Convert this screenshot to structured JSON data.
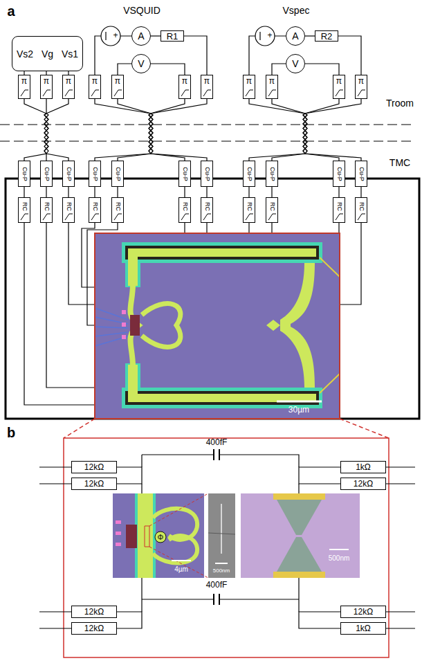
{
  "diagram": {
    "nodes": [
      {
        "text": [
          "Vs2",
          "Vg",
          "Vs1"
        ]
      },
      {
        "text": [
          "A"
        ]
      },
      {
        "text": [
          "R1"
        ]
      },
      {
        "text": [
          "V"
        ]
      },
      {
        "text": [
          "A"
        ]
      },
      {
        "text": [
          "R2"
        ]
      },
      {
        "text": [
          "V"
        ]
      },
      {
        "text": [
          "π"
        ]
      },
      {
        "text": [
          "π"
        ]
      },
      {
        "text": [
          "π"
        ]
      },
      {
        "text": [
          "π"
        ]
      },
      {
        "text": [
          "π"
        ]
      },
      {
        "text": [
          "π"
        ]
      },
      {
        "text": [
          "π"
        ]
      },
      {
        "text": [
          "π"
        ]
      },
      {
        "text": [
          "π"
        ]
      },
      {
        "text": [
          "π"
        ]
      },
      {
        "text": [
          "π"
        ]
      },
      {
        "text": [
          "Cu-P"
        ]
      },
      {
        "text": [
          "Cu-P"
        ]
      },
      {
        "text": [
          "Cu-P"
        ]
      },
      {
        "text": [
          "Cu-P"
        ]
      },
      {
        "text": [
          "Cu-P"
        ]
      },
      {
        "text": [
          "Cu-P"
        ]
      },
      {
        "text": [
          "Cu-P"
        ]
      },
      {
        "text": [
          "Cu-P"
        ]
      },
      {
        "text": [
          "Cu-P"
        ]
      },
      {
        "text": [
          "Cu-P"
        ]
      },
      {
        "text": [
          "Cu-P"
        ]
      },
      {
        "text": [
          "RC"
        ]
      },
      {
        "text": [
          "RC"
        ]
      },
      {
        "text": [
          "RC"
        ]
      },
      {
        "text": [
          "RC"
        ]
      },
      {
        "text": [
          "RC"
        ]
      },
      {
        "text": [
          "RC"
        ]
      },
      {
        "text": [
          "RC"
        ]
      },
      {
        "text": [
          "RC"
        ]
      },
      {
        "text": [
          "RC"
        ]
      },
      {
        "text": [
          "RC"
        ]
      },
      {
        "text": [
          "RC"
        ]
      },
      {
        "text": [
          "12kΩ"
        ]
      },
      {
        "text": [
          "1kΩ"
        ]
      },
      {
        "text": [
          "12kΩ"
        ]
      },
      {
        "text": [
          "12kΩ"
        ]
      },
      {
        "text": [
          "12kΩ"
        ]
      },
      {
        "text": [
          "12kΩ"
        ]
      },
      {
        "text": [
          "12kΩ"
        ]
      },
      {
        "text": [
          "1kΩ"
        ]
      }
    ],
    "edges": [
      {
        "from": 0,
        "to": 7,
        "arrow": "none"
      },
      {
        "from": 0,
        "to": 8,
        "arrow": "none"
      },
      {
        "from": 0,
        "to": 9,
        "arrow": "none"
      },
      {
        "from": 1,
        "to": 2,
        "arrow": "none"
      },
      {
        "from": 2,
        "to": 13,
        "arrow": "none"
      },
      {
        "from": 3,
        "to": 11,
        "arrow": "none"
      },
      {
        "from": 3,
        "to": 12,
        "arrow": "none"
      },
      {
        "from": 4,
        "to": 5,
        "arrow": "none"
      },
      {
        "from": 5,
        "to": 17,
        "arrow": "none"
      },
      {
        "from": 6,
        "to": 15,
        "arrow": "none"
      },
      {
        "from": 6,
        "to": 16,
        "arrow": "none"
      },
      {
        "from": 7,
        "to": 18,
        "arrow": "none"
      },
      {
        "from": 8,
        "to": 19,
        "arrow": "none"
      },
      {
        "from": 9,
        "to": 20,
        "arrow": "none"
      },
      {
        "from": 10,
        "to": 21,
        "arrow": "none"
      },
      {
        "from": 11,
        "to": 22,
        "arrow": "none"
      },
      {
        "from": 12,
        "to": 23,
        "arrow": "none"
      },
      {
        "from": 13,
        "to": 24,
        "arrow": "none"
      },
      {
        "from": 14,
        "to": 25,
        "arrow": "none"
      },
      {
        "from": 15,
        "to": 26,
        "arrow": "none"
      },
      {
        "from": 16,
        "to": 27,
        "arrow": "none"
      },
      {
        "from": 17,
        "to": 28,
        "arrow": "none"
      },
      {
        "from": 18,
        "to": 29,
        "arrow": "none"
      },
      {
        "from": 19,
        "to": 30,
        "arrow": "none"
      },
      {
        "from": 20,
        "to": 31,
        "arrow": "none"
      },
      {
        "from": 21,
        "to": 32,
        "arrow": "none"
      },
      {
        "from": 22,
        "to": 33,
        "arrow": "none"
      },
      {
        "from": 23,
        "to": 34,
        "arrow": "none"
      },
      {
        "from": 24,
        "to": 35,
        "arrow": "none"
      },
      {
        "from": 25,
        "to": 36,
        "arrow": "none"
      },
      {
        "from": 26,
        "to": 37,
        "arrow": "none"
      },
      {
        "from": 27,
        "to": 38,
        "arrow": "none"
      },
      {
        "from": 28,
        "to": 39,
        "arrow": "none"
      },
      {
        "from": 40,
        "to": 42,
        "arrow": "none"
      },
      {
        "from": 41,
        "to": 43,
        "arrow": "none"
      },
      {
        "from": 44,
        "to": 46,
        "arrow": "none"
      },
      {
        "from": 45,
        "to": 47,
        "arrow": "none"
      }
    ],
    "labels": [
      "a",
      "VSQUID",
      "Vspec",
      "+",
      "+",
      "Troom",
      "TMC",
      "30µm",
      "b",
      "400fF",
      "4µm",
      "Φ",
      "500nm",
      "500nm",
      "400fF"
    ]
  }
}
